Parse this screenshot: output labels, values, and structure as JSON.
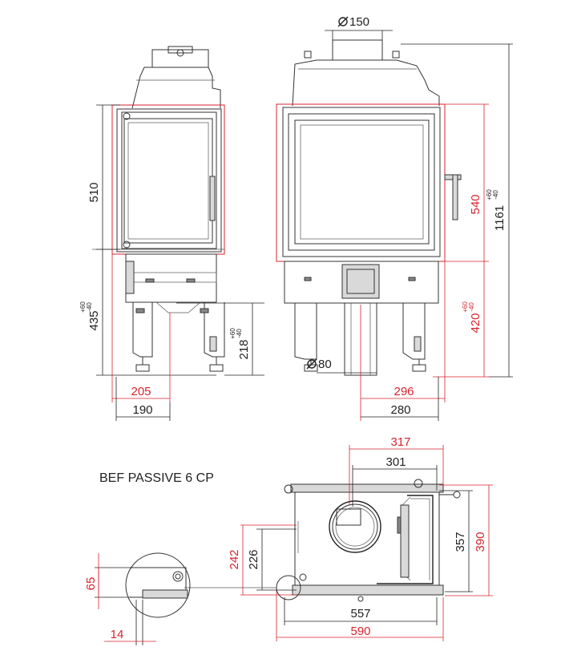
{
  "title": "BEF PASSIVE 6 CP",
  "colors": {
    "black_dimension": "#222222",
    "red_dimension": "#d9232d"
  },
  "icons": {
    "diameter_symbol": "diameter-icon"
  },
  "front_view": {
    "height_glass": "510",
    "height_base": "435",
    "height_base_tol_upper": "+60",
    "height_base_tol_lower": "-40",
    "width_red": "205",
    "width_black": "190",
    "duct_height": "218",
    "duct_tol_upper": "+60",
    "duct_tol_lower": "-40"
  },
  "side_view": {
    "flue_diameter": "150",
    "inlet_diameter": "80",
    "height_glass_red": "540",
    "height_base_red": "420",
    "height_base_tol_upper": "+60",
    "height_base_tol_lower": "-40",
    "total_height": "1161",
    "total_tol_upper": "+60",
    "total_tol_lower": "-40",
    "width_red": "296",
    "width_black": "280"
  },
  "plan_view": {
    "top_red": "317",
    "top_black": "301",
    "right_black": "357",
    "right_red": "390",
    "left_black": "226",
    "left_red": "242",
    "bottom_black": "557",
    "bottom_red": "590",
    "detail_height": "65",
    "detail_width": "14"
  }
}
